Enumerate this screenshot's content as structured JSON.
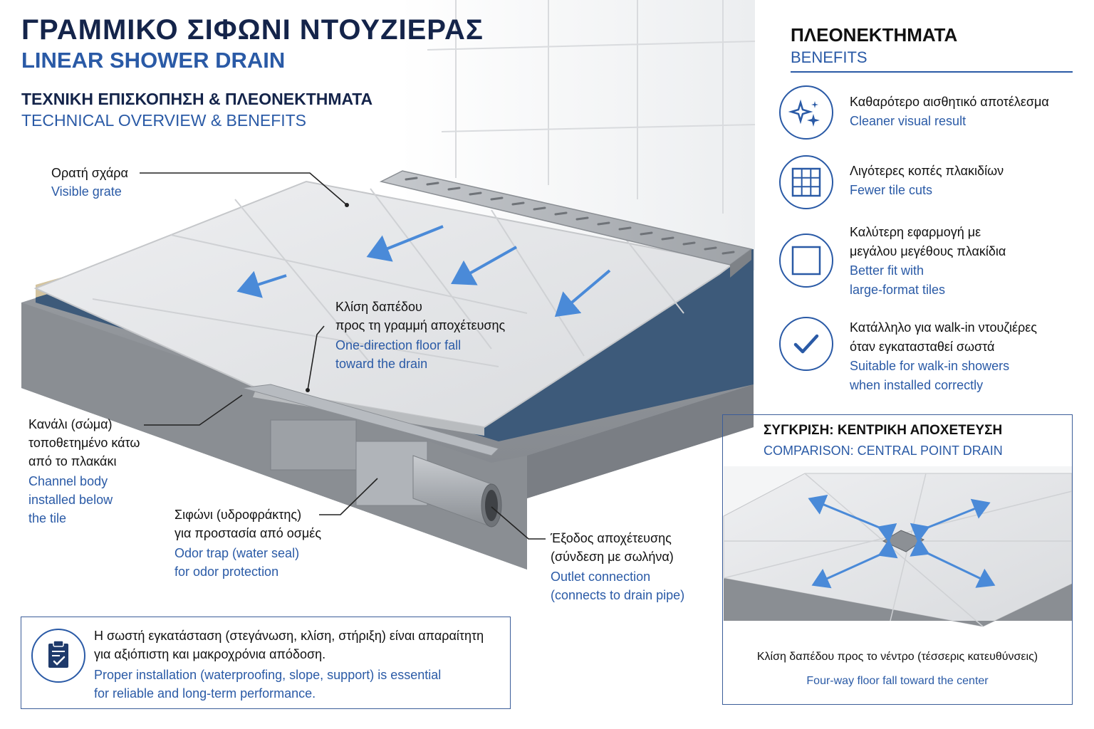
{
  "header": {
    "title_gr": "ΓΡΑΜΜΙΚΟ ΣΙΦΩΝΙ ΝΤΟΥΖΙΕΡΑΣ",
    "title_en": "LINEAR SHOWER DRAIN",
    "subtitle_gr": "ΤΕΧΝΙΚΗ ΕΠΙΣΚΟΠΗΣΗ & ΠΛΕΟΝΕΚΤΗΜΑΤΑ",
    "subtitle_en": "TECHNICAL OVERVIEW & BENEFITS"
  },
  "labels": {
    "grate": {
      "gr": "Ορατή σχάρα",
      "en": "Visible grate"
    },
    "fall": {
      "gr1": "Κλίση δαπέδου",
      "gr2": "προς τη γραμμή αποχέτευσης",
      "en1": "One-direction floor fall",
      "en2": "toward the drain"
    },
    "channel": {
      "gr1": "Κανάλι (σώμα)",
      "gr2": "τοποθετημένο κάτω",
      "gr3": "από το πλακάκι",
      "en1": "Channel body",
      "en2": "installed below",
      "en3": "the tile"
    },
    "trap": {
      "gr1": "Σιφώνι (υδροφράκτης)",
      "gr2": "για προστασία από οσμές",
      "en1": "Odor trap (water seal)",
      "en2": "for odor protection"
    },
    "outlet": {
      "gr1": "Έξοδος αποχέτευσης",
      "gr2": "(σύνδεση με σωλήνα)",
      "en1": "Outlet connection",
      "en2": "(connects to drain pipe)"
    }
  },
  "benefits": {
    "title_gr": "ΠΛΕΟΝΕΚΤΗΜΑΤΑ",
    "title_en": "BENEFITS",
    "items": [
      {
        "icon": "sparkle-icon",
        "gr": [
          "Καθαρότερο αισθητικό αποτέλεσμα"
        ],
        "en": [
          "Cleaner visual result"
        ]
      },
      {
        "icon": "grid-icon",
        "gr": [
          "Λιγότερες κοπές πλακιδίων"
        ],
        "en": [
          "Fewer tile cuts"
        ]
      },
      {
        "icon": "square-tile-icon",
        "gr": [
          "Καλύτερη εφαρμογή με",
          "μεγάλου μεγέθους πλακίδια"
        ],
        "en": [
          "Better fit with",
          "large-format tiles"
        ]
      },
      {
        "icon": "checkmark-icon",
        "gr": [
          "Κατάλληλο για walk-in ντουζιέρες",
          "όταν εγκατασταθεί σωστά"
        ],
        "en": [
          "Suitable for walk-in showers",
          "when installed correctly"
        ]
      }
    ]
  },
  "comparison": {
    "title_gr": "ΣΥΓΚΡΙΣΗ: ΚΕΝΤΡΙΚΗ ΑΠΟΧΕΤΕΥΣΗ",
    "title_en": "COMPARISON: CENTRAL POINT DRAIN",
    "caption_gr": "Κλίση δαπέδου προς το νέντρο (τέσσερις κατευθύνσεις)",
    "caption_en": "Four-way floor fall toward the center"
  },
  "note": {
    "icon": "clipboard-check-icon",
    "gr1": "Η σωστή εγκατάσταση (στεγάνωση, κλίση, στήριξη) είναι απαραίτητη",
    "gr2": "για αξιόπιστη και μακροχρόνια απόδοση.",
    "en1": "Proper installation (waterproofing, slope, support) is essential",
    "en2": "for reliable and long-term performance."
  },
  "colors": {
    "navy": "#14244a",
    "accent_blue": "#2a5aa6",
    "arrow_blue": "#4a8ad8",
    "tile": "#e2e3e5",
    "concrete": "#8d9196"
  }
}
